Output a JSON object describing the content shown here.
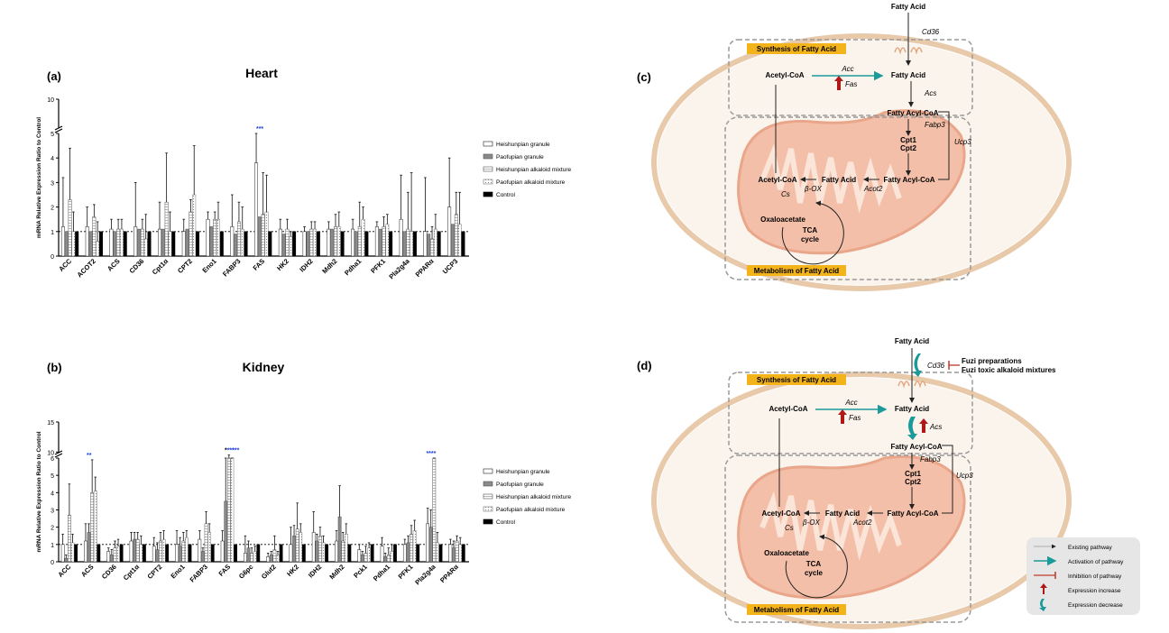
{
  "panels": {
    "a": {
      "label": "(a)",
      "title": "Heart"
    },
    "b": {
      "label": "(b)",
      "title": "Kidney"
    },
    "c": {
      "label": "(c)"
    },
    "d": {
      "label": "(d)"
    }
  },
  "legend": [
    "Heishunpian granule",
    "Paofupian granule",
    "Heishunpian alkaloid mixture",
    "Paofupian alkaloid mixture",
    "Control"
  ],
  "chart_data": [
    {
      "type": "bar",
      "title": "Heart",
      "ylabel": "mRNA Relative Expression Ratio to Control",
      "xlabel": "",
      "ylim": [
        0,
        10
      ],
      "axis_break": [
        5,
        8
      ],
      "yticks": [
        0,
        1,
        2,
        3,
        4,
        5,
        10
      ],
      "reference_line": 1,
      "categories": [
        "ACC",
        "ACOT2",
        "ACS",
        "CD36",
        "Cpt1α",
        "CPT2",
        "Eno1",
        "FABP3",
        "FAS",
        "HK2",
        "IDH2",
        "Mdh2",
        "Pdha1",
        "PFK1",
        "Pla2g4a",
        "PPARα",
        "UCP3"
      ],
      "series": [
        {
          "name": "Heishunpian granule",
          "values": [
            1.2,
            1.2,
            1.1,
            1.2,
            1.1,
            1.0,
            1.5,
            1.2,
            3.8,
            1.1,
            1.0,
            1.1,
            1.1,
            1.2,
            1.5,
            1.0,
            2.0
          ],
          "errors": [
            2.0,
            0.8,
            0.4,
            1.8,
            1.1,
            0.5,
            0.3,
            1.3,
            1.2,
            0.4,
            0.2,
            0.3,
            0.4,
            0.2,
            1.8,
            2.2,
            2.0
          ]
        },
        {
          "name": "Paofupian granule",
          "values": [
            1.0,
            1.0,
            1.0,
            1.1,
            1.1,
            1.1,
            1.2,
            0.9,
            1.6,
            0.9,
            1.0,
            1.1,
            1.0,
            1.1,
            1.0,
            0.9,
            1.3
          ]
        },
        {
          "name": "Heishunpian alkaloid mixture",
          "values": [
            2.3,
            1.6,
            1.1,
            1.1,
            2.2,
            1.8,
            1.5,
            1.4,
            1.7,
            1.1,
            1.1,
            1.2,
            1.2,
            1.2,
            1.1,
            0.7,
            1.7
          ],
          "errors": [
            2.1,
            0.5,
            0.4,
            0.4,
            2.0,
            0.5,
            0.3,
            0.8,
            1.7,
            0.4,
            0.3,
            0.5,
            1.0,
            0.4,
            1.5,
            0.5,
            0.9
          ]
        },
        {
          "name": "Paofupian alkaloid mixture",
          "values": [
            1.0,
            0.6,
            1.1,
            0.7,
            1.0,
            2.5,
            1.5,
            1.1,
            1.8,
            0.8,
            1.1,
            1.2,
            1.5,
            1.3,
            1.0,
            1.1,
            1.3
          ],
          "errors": [
            0.8,
            0.8,
            0.4,
            1.0,
            0.8,
            2.0,
            0.7,
            0.9,
            1.5,
            0.2,
            0.3,
            0.6,
            0.5,
            0.4,
            2.4,
            0.6,
            1.3
          ]
        },
        {
          "name": "Control",
          "values": [
            1,
            1,
            1,
            1,
            1,
            1,
            1,
            1,
            1,
            1,
            1,
            1,
            1,
            1,
            1,
            1,
            1
          ]
        }
      ],
      "annotations": [
        {
          "category": "FAS",
          "text": "***",
          "color": "#1f3fd6"
        }
      ]
    },
    {
      "type": "bar",
      "title": "Kidney",
      "ylabel": "mRNA Relative Expression Ratio to Control",
      "xlabel": "",
      "ylim": [
        0,
        15
      ],
      "axis_break": [
        6,
        9
      ],
      "yticks": [
        0,
        1,
        2,
        3,
        4,
        5,
        6,
        10,
        15
      ],
      "reference_line": 1,
      "categories": [
        "ACC",
        "ACS",
        "CD36",
        "Cpt1α",
        "CPT2",
        "Eno1",
        "FABP3",
        "FAS",
        "G6pc",
        "Glut2",
        "HK2",
        "IDH2",
        "Mdh2",
        "Pck1",
        "Pdha1",
        "PFK1",
        "Pla2g4a",
        "PPARα"
      ],
      "series": [
        {
          "name": "Heishunpian granule",
          "values": [
            1.0,
            1.2,
            0.6,
            1.2,
            0.9,
            1.0,
            1.3,
            1.2,
            0.5,
            0.3,
            1.0,
            1.7,
            1.2,
            0.7,
            0.9,
            1.0,
            2.2,
            1.0
          ],
          "errors": [
            0.6,
            1.0,
            0.2,
            0.5,
            0.5,
            0.8,
            0.5,
            0.6,
            1.0,
            0.2,
            1.0,
            1.2,
            0.6,
            0.3,
            0.5,
            0.3,
            0.9,
            0.3
          ]
        },
        {
          "name": "Paofupian granule",
          "values": [
            0.2,
            1.7,
            0.4,
            1.3,
            0.7,
            0.9,
            0.6,
            3.5,
            0.8,
            0.4,
            1.5,
            1.2,
            2.6,
            0.4,
            0.3,
            1.1,
            2.0,
            0.8
          ],
          "errors": [
            0.2,
            0.5,
            0.3,
            0.4,
            0.4,
            0.5,
            0.2,
            2.5,
            0.4,
            0.2,
            0.6,
            0.4,
            1.8,
            0.2,
            0.2,
            0.4,
            1.0,
            0.4
          ]
        },
        {
          "name": "Heishunpian alkaloid mixture",
          "values": [
            2.7,
            4.0,
            0.8,
            1.3,
            1.2,
            1.2,
            2.2,
            6.5,
            0.5,
            0.7,
            1.9,
            1.5,
            1.2,
            0.5,
            0.4,
            1.6,
            6.0,
            1.2
          ],
          "errors": [
            1.8,
            1.9,
            0.4,
            0.4,
            0.5,
            0.5,
            0.7,
            3.0,
            0.3,
            0.8,
            1.5,
            0.5,
            0.5,
            0.4,
            0.4,
            0.5,
            3.0,
            0.3
          ]
        },
        {
          "name": "Paofupian alkaloid mixture",
          "values": [
            1.1,
            4.1,
            0.9,
            1.0,
            1.3,
            1.4,
            1.7,
            6.0,
            0.6,
            0.4,
            1.7,
            1.1,
            1.6,
            0.8,
            0.6,
            1.8,
            1.1,
            1.0
          ],
          "errors": [
            0.5,
            0.8,
            0.4,
            0.5,
            0.5,
            0.4,
            0.5,
            3.0,
            0.3,
            0.2,
            0.5,
            0.4,
            0.6,
            0.3,
            0.4,
            0.6,
            0.6,
            0.4
          ]
        },
        {
          "name": "Control",
          "values": [
            1,
            1,
            1,
            1,
            1,
            1,
            1,
            1,
            1,
            1,
            1,
            1,
            1,
            1,
            1,
            1,
            1,
            1
          ]
        }
      ],
      "annotations": [
        {
          "category": "ACS",
          "text": "**",
          "color": "#1f3fd6"
        },
        {
          "category": "FAS",
          "text": "*",
          "color": "#000000"
        },
        {
          "category": "FAS",
          "text": "***",
          "color": "#1f3fd6"
        },
        {
          "category": "FAS",
          "text": "***",
          "color": "#1f3fd6"
        },
        {
          "category": "Pla2g4a",
          "text": "****",
          "color": "#1f3fd6"
        }
      ]
    }
  ],
  "diagram": {
    "fatty_acid": "Fatty Acid",
    "cd36": "Cd36",
    "synthesis": "Synthesis of Fatty Acid",
    "metabolism": "Metabolism of Fatty Acid",
    "acetyl_coa": "Acetyl-CoA",
    "acc": "Acc",
    "fas": "Fas",
    "acs": "Acs",
    "fatty_acyl_coa": "Fatty Acyl-CoA",
    "fabp3": "Fabp3",
    "cpt1": "Cpt1",
    "cpt2": "Cpt2",
    "ucp3": "Ucp3",
    "acot2": "Acot2",
    "beta_ox": "β-OX",
    "cs": "Cs",
    "oxaloacetate": "Oxaloacetate",
    "tca1": "TCA",
    "tca2": "cycle",
    "fuzi_prep": "Fuzi preparations",
    "fuzi_tox": "Fuzi toxic alkaloid mixtures",
    "colors": {
      "activation": "#1a9a9a",
      "inhibition": "#c0392b",
      "increase": "#b01818",
      "decrease": "#1a9a9a",
      "label_box": "#f3b31b",
      "cell": "#f6dcc4",
      "mito": "#f0b29a"
    }
  },
  "pathway_legend": [
    {
      "type": "existing",
      "label": "Existing pathway"
    },
    {
      "type": "activation",
      "label": "Activation of pathway"
    },
    {
      "type": "inhibition",
      "label": "Inhibition of pathway"
    },
    {
      "type": "increase",
      "label": "Expression increase"
    },
    {
      "type": "decrease",
      "label": "Expression decrease"
    }
  ]
}
